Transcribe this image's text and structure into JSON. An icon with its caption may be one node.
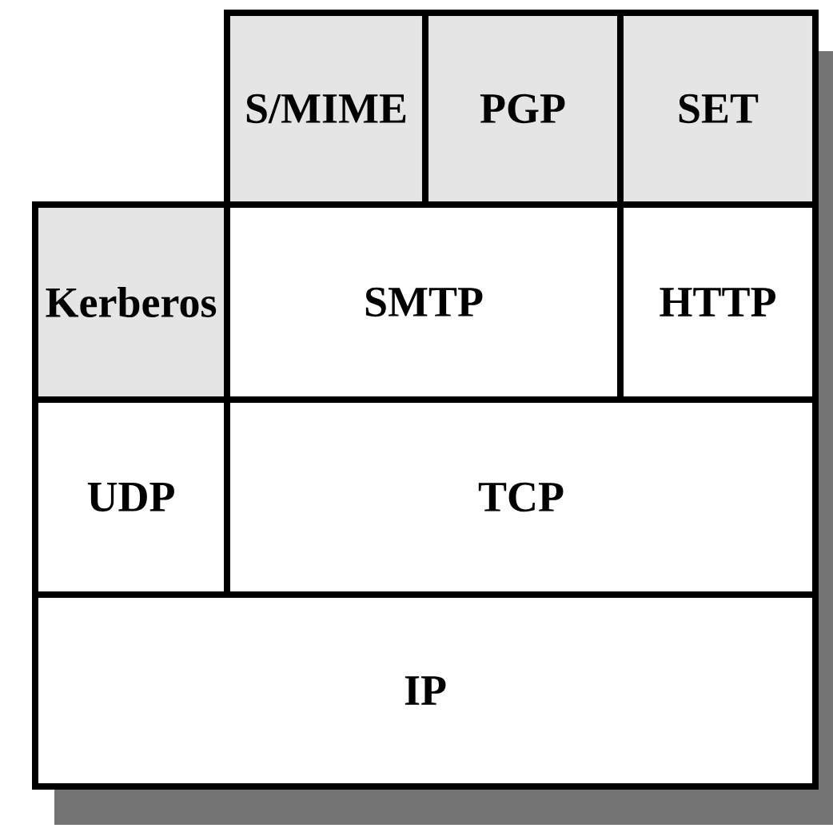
{
  "diagram": {
    "nodes": [
      {
        "text": [
          "S/MIME"
        ]
      },
      {
        "text": [
          "PGP"
        ]
      },
      {
        "text": [
          "SET"
        ]
      },
      {
        "text": [
          "Kerberos"
        ]
      },
      {
        "text": [
          "SMTP"
        ]
      },
      {
        "text": [
          "HTTP"
        ]
      },
      {
        "text": [
          "UDP"
        ]
      },
      {
        "text": [
          "TCP"
        ]
      },
      {
        "text": [
          "IP"
        ]
      }
    ]
  }
}
